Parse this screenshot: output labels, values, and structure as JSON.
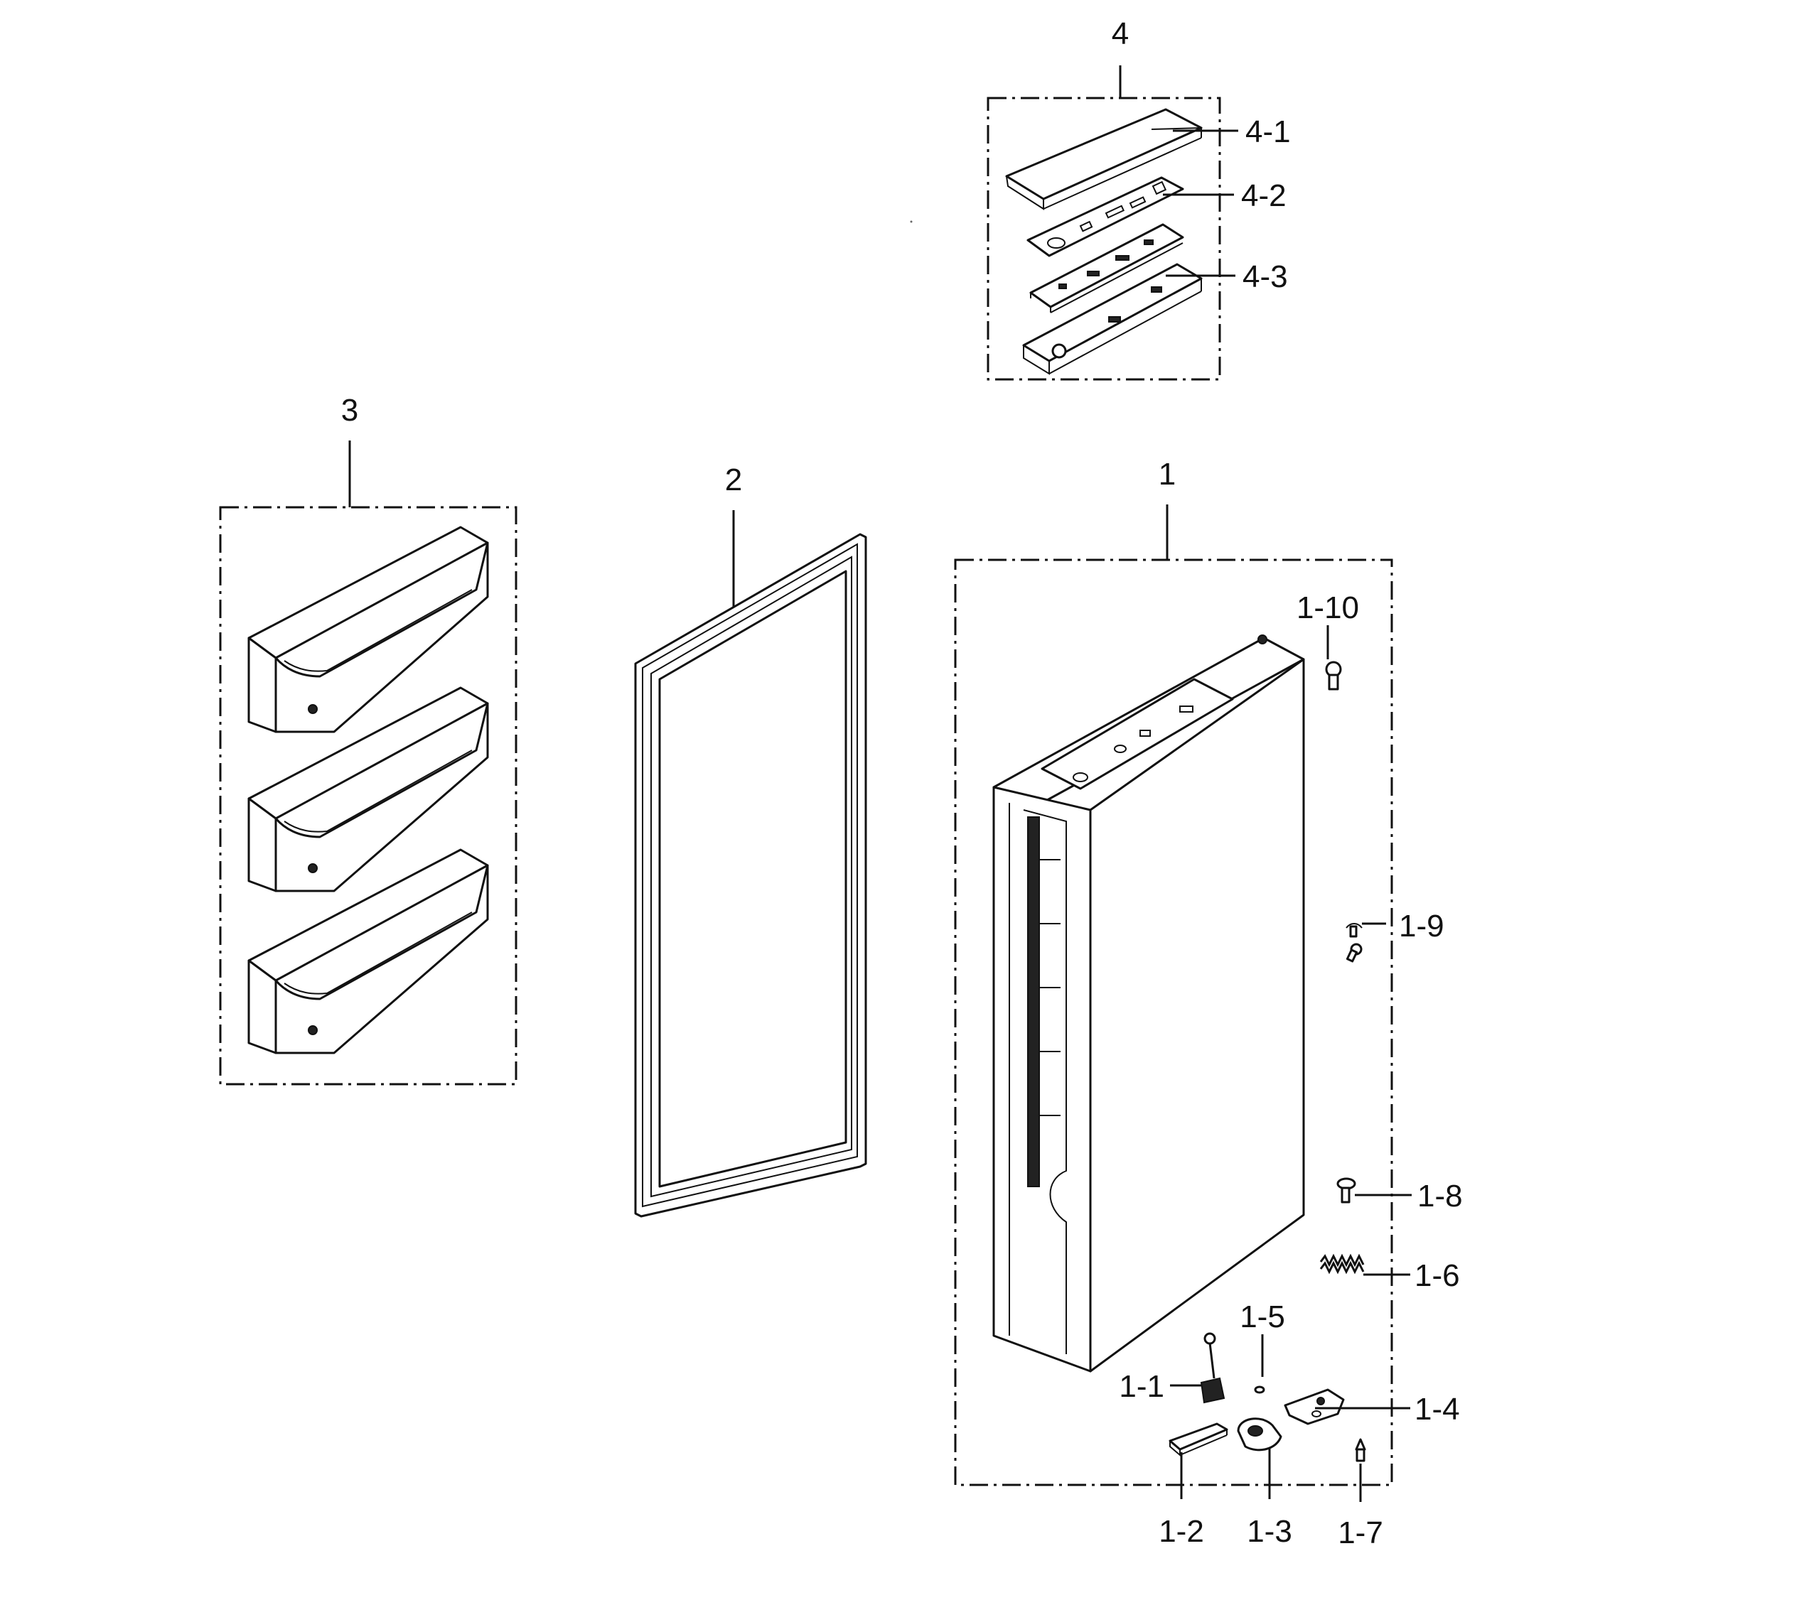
{
  "callouts": {
    "door_assembly": "1",
    "hinge_pin": "1-1",
    "cap_hinge": "1-2",
    "cam_door": "1-3",
    "hinge_bracket": "1-4",
    "washer": "1-5",
    "spring": "1-6",
    "screw_bottom": "1-7",
    "screw_1_8": "1-8",
    "screw_pair": "1-9",
    "screw_top": "1-10",
    "gasket": "2",
    "guard_group": "3",
    "panel_group": "4",
    "panel_cover": "4-1",
    "panel_plate": "4-2",
    "panel_pcb": "4-3"
  }
}
